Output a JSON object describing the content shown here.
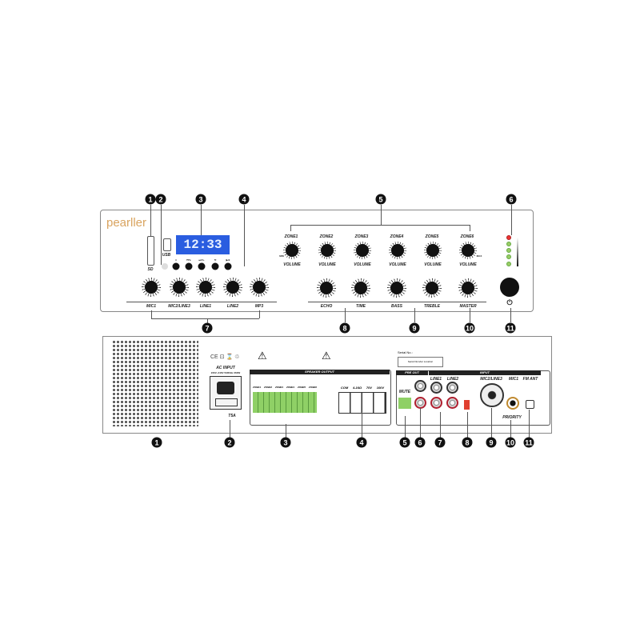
{
  "callouts_front": [
    "1",
    "2",
    "3",
    "4",
    "5",
    "6",
    "7",
    "8",
    "9",
    "10",
    "11"
  ],
  "callouts_rear": [
    "1",
    "2",
    "3",
    "4",
    "5",
    "6",
    "7",
    "8",
    "9",
    "10",
    "11"
  ],
  "front": {
    "brand": "pearller",
    "brand_color": "#d9a460",
    "sd_label": "SD",
    "usb_label": "USB",
    "lcd": {
      "time": "12:33",
      "color": "#2a5de0"
    },
    "buttons": [
      "⏸",
      "⏮/V-",
      "⏭/V+",
      "⟲",
      "▶/⏸"
    ],
    "input_knobs": [
      "MIC1",
      "MIC2/LINE3",
      "LINE1",
      "LINE2",
      "MP3"
    ],
    "zones": [
      "ZONE1",
      "ZONE2",
      "ZONE3",
      "ZONE4",
      "ZONE5",
      "ZONE6"
    ],
    "volume_label": "VOLUME",
    "min": "MIN",
    "max": "MAX",
    "tone_knobs": [
      "ECHO",
      "TIME",
      "BASS",
      "TREBLE",
      "MASTER"
    ],
    "power_icon": "⏻"
  },
  "rear": {
    "cert": "CE ⊡ ⌛ ♲",
    "ac_input": "AC INPUT",
    "ac_spec": "220V~240V 50/60Hz 360W",
    "fuse": "T5A",
    "speaker_output": "SPEAKER OUTPUT",
    "zone_terms": [
      "ZONE1",
      "ZONE2",
      "ZONE3",
      "ZONE4",
      "ZONE5",
      "ZONE6"
    ],
    "taps": [
      "COM",
      "4-16Ω",
      "70V",
      "100V"
    ],
    "serial_label": "Serial No.:",
    "serial_box": "Serial Number Location",
    "pre_out": "PRE OUT",
    "mute": "MUTE",
    "input": "INPUT",
    "line1": "LINE1",
    "line2": "LINE2",
    "mic2": "MIC2/LINE3",
    "mic1": "MIC1",
    "priority": "PRIORITY",
    "fm_ant": "FM ANT"
  }
}
